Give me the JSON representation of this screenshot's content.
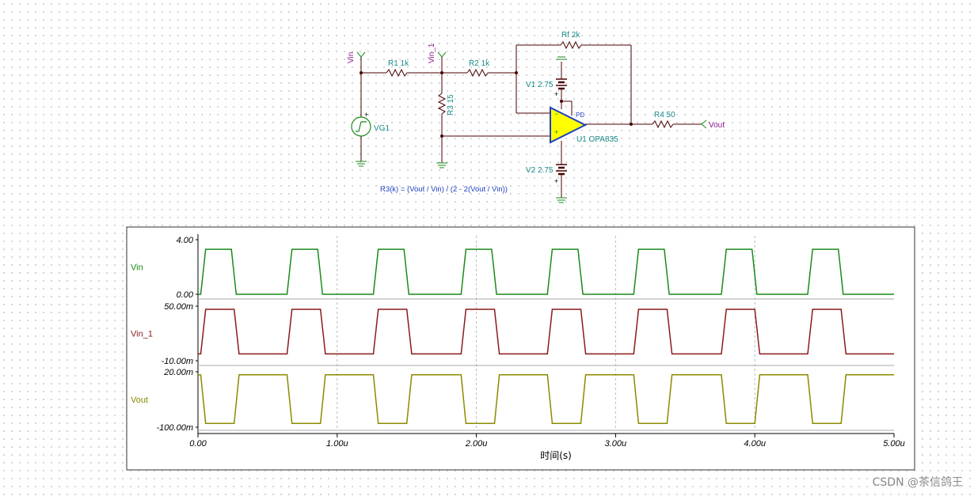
{
  "schematic": {
    "labels": {
      "vin": "Vin",
      "vin1": "Vin_1",
      "vout": "Vout",
      "r1": "R1 1k",
      "r2": "R2 1k",
      "r3": "R3 15",
      "rf": "Rf 2k",
      "r4": "R4 50",
      "v1": "V1 2.75",
      "v2": "V2 2.75",
      "vg1": "VG1",
      "u1": "U1 OPA835",
      "pd": "PD",
      "formula": "R3(k) = (Vout / Vin) / (2 - 2(Vout / Vin))"
    },
    "colors": {
      "wire": "#4a0000",
      "label": "#1a8a8a",
      "opamp": "#ffff00",
      "net": "#8b1a8b",
      "formula": "#1f3fbf"
    }
  },
  "chart_data": [
    {
      "type": "line",
      "name": "Vin",
      "color": "#1a8a1a",
      "ylim": [
        0,
        4
      ],
      "ytick_labels": [
        "4.00",
        "0.00"
      ],
      "low": 0.0,
      "high": 3.3,
      "start_high": true,
      "edges_us": [
        0.02,
        0.24,
        0.64,
        0.86,
        1.26,
        1.48,
        1.89,
        2.11,
        2.51,
        2.73,
        3.13,
        3.35,
        3.76,
        3.98,
        4.38,
        4.6
      ]
    },
    {
      "type": "line",
      "name": "Vin_1",
      "color": "#8b1a1a",
      "ylim": [
        -10,
        50
      ],
      "ytick_labels": [
        "50.00m",
        "-10.00m"
      ],
      "low": -2.5,
      "high": 46.5,
      "start_high": true,
      "edges_us": [
        0.02,
        0.26,
        0.64,
        0.88,
        1.26,
        1.5,
        1.89,
        2.13,
        2.51,
        2.75,
        3.13,
        3.37,
        3.76,
        4.0,
        4.38,
        4.62
      ]
    },
    {
      "type": "line",
      "name": "Vout",
      "color": "#8b8b00",
      "ylim": [
        -100,
        20
      ],
      "ytick_labels": [
        "20.00m",
        "-100.00m"
      ],
      "low": -92,
      "high": 13.5,
      "start_high": false,
      "edges_us": [
        0.02,
        0.26,
        0.64,
        0.88,
        1.26,
        1.5,
        1.89,
        2.13,
        2.51,
        2.75,
        3.13,
        3.37,
        3.76,
        4.0,
        4.38,
        4.62
      ],
      "inverted_like": true
    }
  ],
  "x_axis": {
    "xlim": [
      0,
      5
    ],
    "ticks": [
      "0.00",
      "1.00u",
      "2.00u",
      "3.00u",
      "4.00u",
      "5.00u"
    ],
    "xlabel": "时间(s)"
  },
  "watermark": "CSDN @茶信鸽王"
}
